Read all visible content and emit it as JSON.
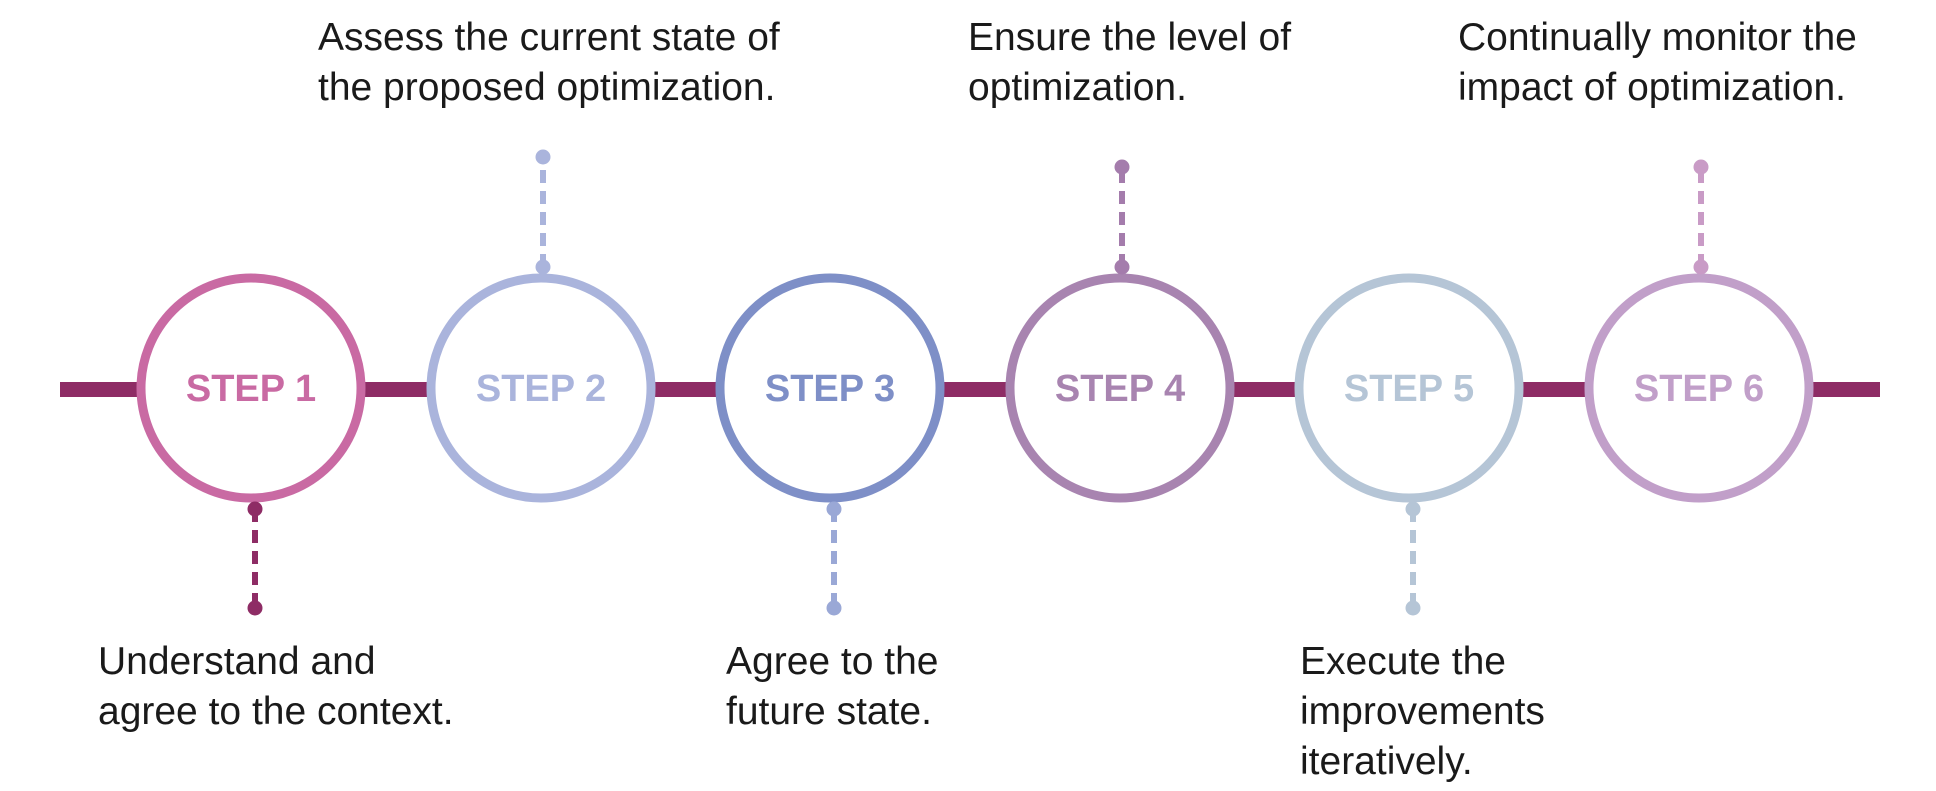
{
  "timeline": {
    "line_color": "#8E2C65",
    "steps": [
      {
        "label": "STEP 1",
        "color": "#C96AA3",
        "connector_color": "#8E2C65",
        "description": "Understand and\nagree to the context.",
        "description_position": "below"
      },
      {
        "label": "STEP 2",
        "color": "#AAB4DC",
        "connector_color": "#AAB4DC",
        "description": "Assess the current state of\nthe proposed optimization.",
        "description_position": "above"
      },
      {
        "label": "STEP 3",
        "color": "#7E8FC7",
        "connector_color": "#9AA8D6",
        "description": "Agree to the\nfuture state.",
        "description_position": "below"
      },
      {
        "label": "STEP 4",
        "color": "#A884B0",
        "connector_color": "#A47CAC",
        "description": "Ensure the level of\noptimization.",
        "description_position": "above"
      },
      {
        "label": "STEP 5",
        "color": "#B5C5D6",
        "connector_color": "#B5C5D6",
        "description": "Execute the\nimprovements\niteratively.",
        "description_position": "below"
      },
      {
        "label": "STEP 6",
        "color": "#C19FC9",
        "connector_color": "#C99BC6",
        "description": "Continually monitor the\nimpact of optimization.",
        "description_position": "above"
      }
    ]
  }
}
